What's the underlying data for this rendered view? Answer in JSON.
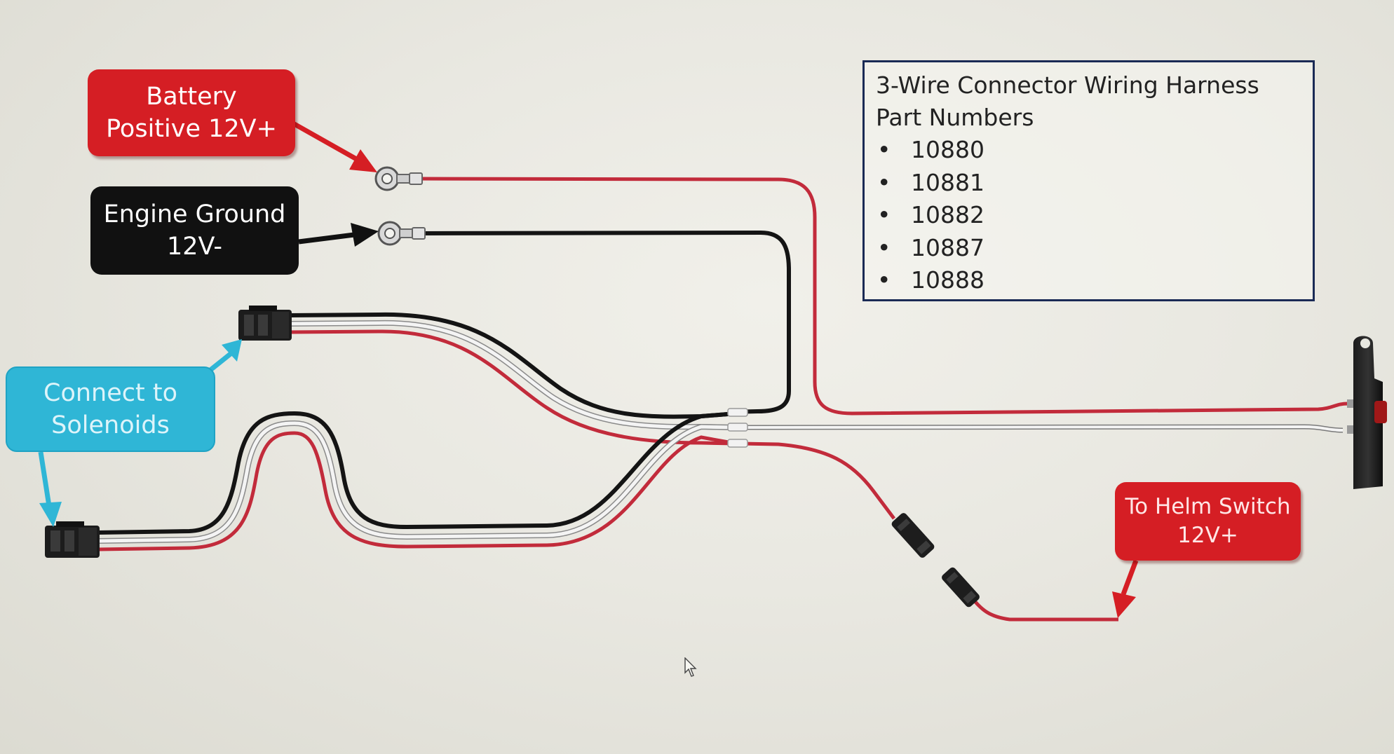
{
  "callouts": {
    "battery": {
      "line1": "Battery",
      "line2": "Positive 12V+",
      "color": "#d51e24"
    },
    "ground": {
      "line1": "Engine Ground",
      "line2": "12V-",
      "color": "#111111"
    },
    "solenoids": {
      "line1": "Connect to",
      "line2": "Solenoids",
      "color": "#2fb6d6"
    },
    "helm": {
      "line1": "To Helm Switch",
      "line2": "12V+",
      "color": "#d51e24"
    }
  },
  "legend": {
    "title_line1": "3-Wire Connector Wiring Harness",
    "title_line2": "Part Numbers",
    "bullet": "•",
    "part_numbers": [
      "10880",
      "10881",
      "10882",
      "10887",
      "10888"
    ]
  },
  "colors": {
    "wire_red": "#c22b3b",
    "wire_black": "#141414",
    "wire_white": "#f4f4f4",
    "arrow_blue": "#2fb6d6",
    "legend_border": "#1a2a55"
  },
  "icons": [
    "ring-terminal-icon",
    "solenoid-connector-icon",
    "inline-fuse-connector-icon",
    "helm-switch-icon",
    "cursor-icon"
  ]
}
